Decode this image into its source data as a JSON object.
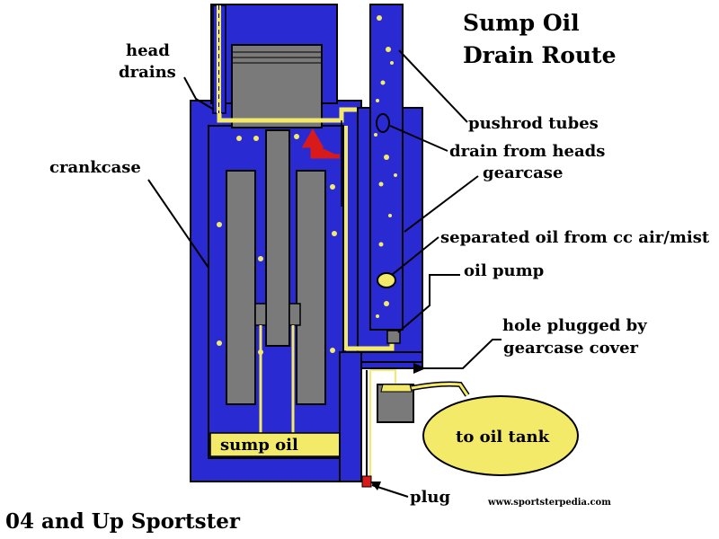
{
  "title": {
    "line1": "Sump Oil",
    "line2": "Drain Route"
  },
  "footer": {
    "model": "04 and Up Sportster",
    "website": "www.sportsterpedia.com"
  },
  "labels": {
    "head_drains_1": "head",
    "head_drains_2": "drains",
    "crankcase": "crankcase",
    "pushrod_tubes": "pushrod tubes",
    "drain_from_heads": "drain from heads",
    "gearcase": "gearcase",
    "separated_oil": "separated oil from cc air/mist",
    "oil_pump": "oil pump",
    "hole_plugged_1": "hole plugged by",
    "hole_plugged_2": "gearcase cover",
    "to_oil_tank": "to oil tank",
    "sump_oil": "sump oil",
    "plug": "plug"
  },
  "colors": {
    "engine_blue": "#2a2ad2",
    "outline": "#000000",
    "oil_yellow": "#f4ea6a",
    "part_gray": "#7a7a7a",
    "arrow_red": "#d81a1a"
  }
}
